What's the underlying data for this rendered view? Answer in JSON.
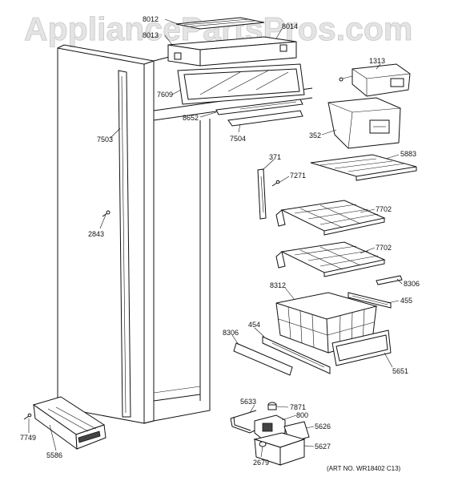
{
  "watermark": "AppliancePartsPros.com",
  "art_number": "(ART NO. WR18402 C13)",
  "parts": [
    {
      "id": "p8012",
      "label": "8012"
    },
    {
      "id": "p8013",
      "label": "8013"
    },
    {
      "id": "p8014",
      "label": "8014"
    },
    {
      "id": "p7609",
      "label": "7609"
    },
    {
      "id": "p1313",
      "label": "1313"
    },
    {
      "id": "p8652",
      "label": "8652"
    },
    {
      "id": "p7504",
      "label": "7504"
    },
    {
      "id": "p352",
      "label": "352"
    },
    {
      "id": "p7503",
      "label": "7503"
    },
    {
      "id": "p5883",
      "label": "5883"
    },
    {
      "id": "p371",
      "label": "371"
    },
    {
      "id": "p7271",
      "label": "7271"
    },
    {
      "id": "p7702a",
      "label": "7702"
    },
    {
      "id": "p2843",
      "label": "2843"
    },
    {
      "id": "p7702b",
      "label": "7702"
    },
    {
      "id": "p8312",
      "label": "8312"
    },
    {
      "id": "p8306a",
      "label": "8306"
    },
    {
      "id": "p455",
      "label": "455"
    },
    {
      "id": "p454",
      "label": "454"
    },
    {
      "id": "p8306b",
      "label": "8306"
    },
    {
      "id": "p5651",
      "label": "5651"
    },
    {
      "id": "p5633",
      "label": "5633"
    },
    {
      "id": "p7871",
      "label": "7871"
    },
    {
      "id": "p800",
      "label": "800"
    },
    {
      "id": "p5626",
      "label": "5626"
    },
    {
      "id": "p5627",
      "label": "5627"
    },
    {
      "id": "p2679",
      "label": "2679"
    },
    {
      "id": "p7749",
      "label": "7749"
    },
    {
      "id": "p5586",
      "label": "5586"
    }
  ]
}
